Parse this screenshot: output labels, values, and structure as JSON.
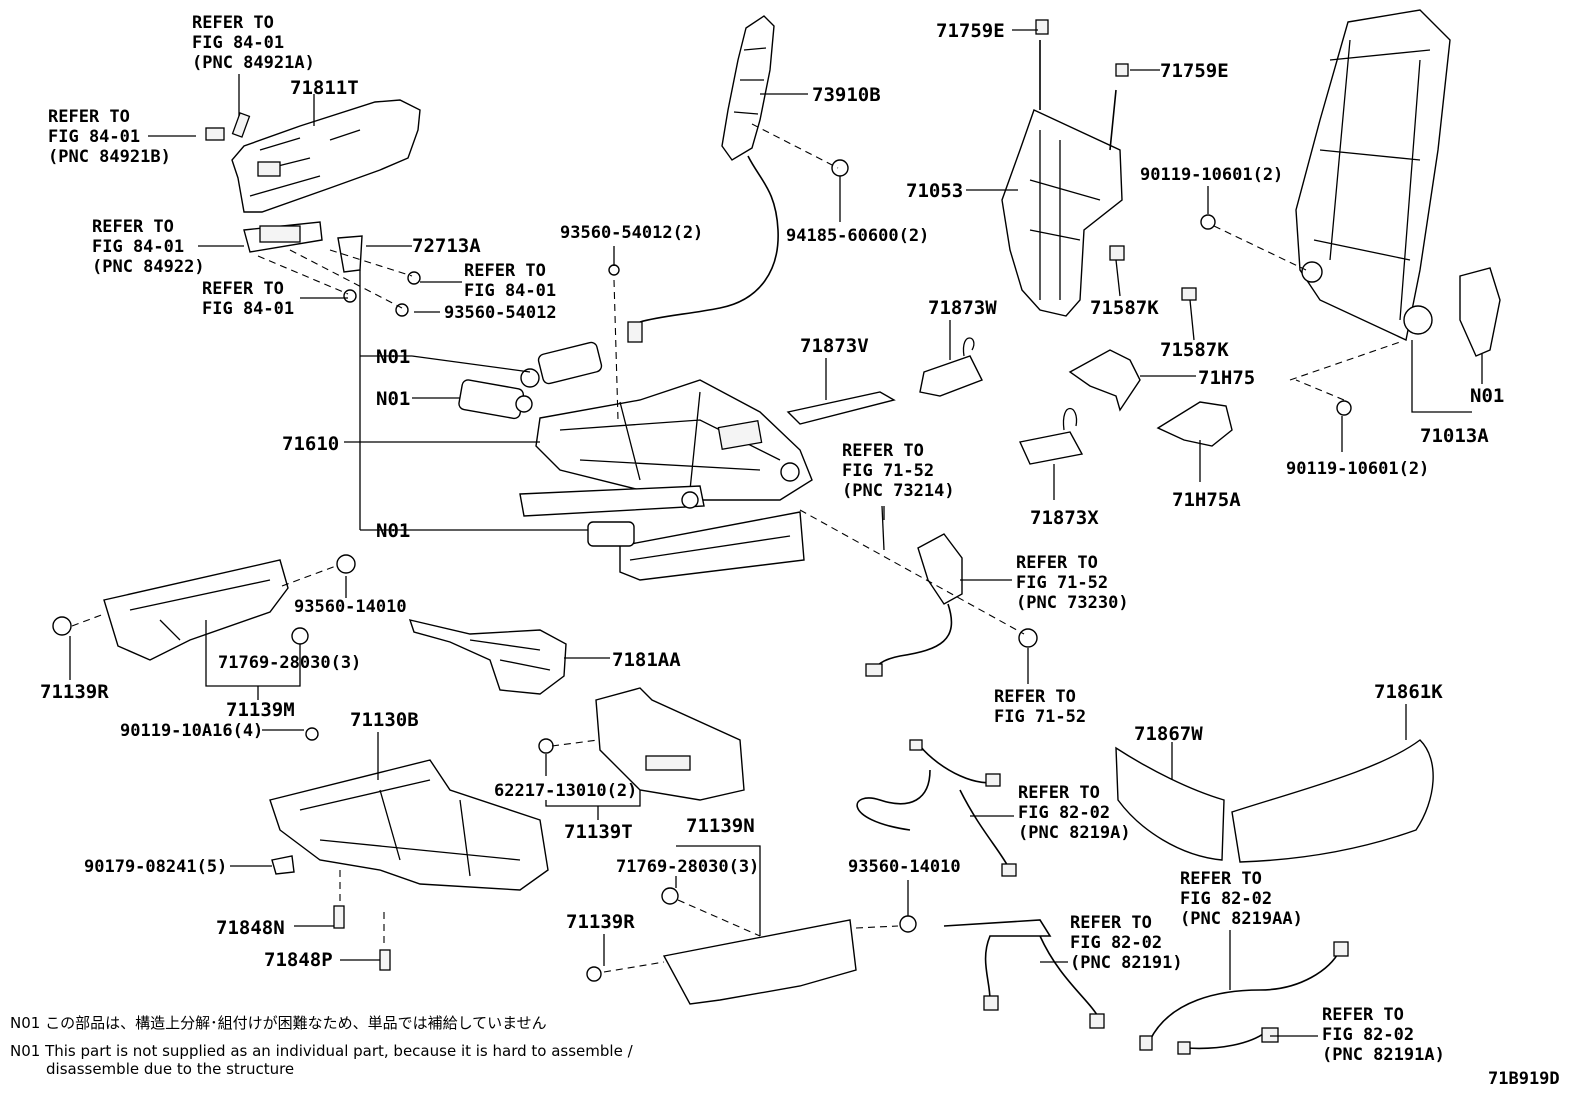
{
  "labels": {
    "p71811T": "71811T",
    "p73910B": "73910B",
    "p71759E_a": "71759E",
    "p71759E_b": "71759E",
    "p94185": "94185-60600(2)",
    "p71053": "71053",
    "p90119_10601_a": "90119-10601(2)",
    "p72713A": "72713A",
    "p93560_54012_a": "93560-54012(2)",
    "p93560_54012_b": "93560-54012",
    "p71587K_a": "71587K",
    "p71587K_b": "71587K",
    "p71873W": "71873W",
    "p71873V": "71873V",
    "p71H75": "71H75",
    "p71013A": "71013A",
    "p90119_10601_b": "90119-10601(2)",
    "p71610": "71610",
    "p71873X": "71873X",
    "p71H75A": "71H75A",
    "n01_a": "N01",
    "n01_b": "N01",
    "n01_c": "N01",
    "n01_d": "N01",
    "p93560_14010_a": "93560-14010",
    "p71769_a": "71769-28030(3)",
    "p71181AA": "7181AA",
    "p71139R_a": "71139R",
    "p71139M": "71139M",
    "p90119_10A16": "90119-10A16(4)",
    "p71130B": "71130B",
    "p62217": "62217-13010(2)",
    "p71139T": "71139T",
    "p71139N": "71139N",
    "p71769_b": "71769-28030(3)",
    "p90179": "90179-08241(5)",
    "p71139R_b": "71139R",
    "p71848N": "71848N",
    "p71848P": "71848P",
    "p93560_14010_b": "93560-14010",
    "p71861K": "71861K",
    "p71867W": "71867W"
  },
  "refs": {
    "r1": [
      "REFER TO",
      "FIG 84-01",
      "(PNC 84921A)"
    ],
    "r2": [
      "REFER TO",
      "FIG 84-01",
      "(PNC 84921B)"
    ],
    "r3": [
      "REFER TO",
      "FIG 84-01",
      "(PNC 84922)"
    ],
    "r4": [
      "REFER TO",
      "FIG 84-01"
    ],
    "r5": [
      "REFER TO",
      "FIG 84-01"
    ],
    "r6": [
      "REFER TO",
      "FIG 71-52",
      "(PNC 73214)"
    ],
    "r7": [
      "REFER TO",
      "FIG 71-52",
      "(PNC 73230)"
    ],
    "r8": [
      "REFER TO",
      "FIG 71-52"
    ],
    "r9": [
      "REFER TO",
      "FIG 82-02",
      "(PNC 8219A)"
    ],
    "r10": [
      "REFER TO",
      "FIG 82-02",
      "(PNC 8219AA)"
    ],
    "r11": [
      "REFER TO",
      "FIG 82-02",
      "(PNC 82191)"
    ],
    "r12": [
      "REFER TO",
      "FIG 82-02",
      "(PNC 82191A)"
    ]
  },
  "notes": {
    "jp": "N01 この部品は、構造上分解･組付けが困難なため、単品では補給していません",
    "en1": "N01 This part is not supplied as an individual part, because it is hard to assemble /",
    "en2": "disassemble due to the structure"
  },
  "figure_id": "71B919D"
}
